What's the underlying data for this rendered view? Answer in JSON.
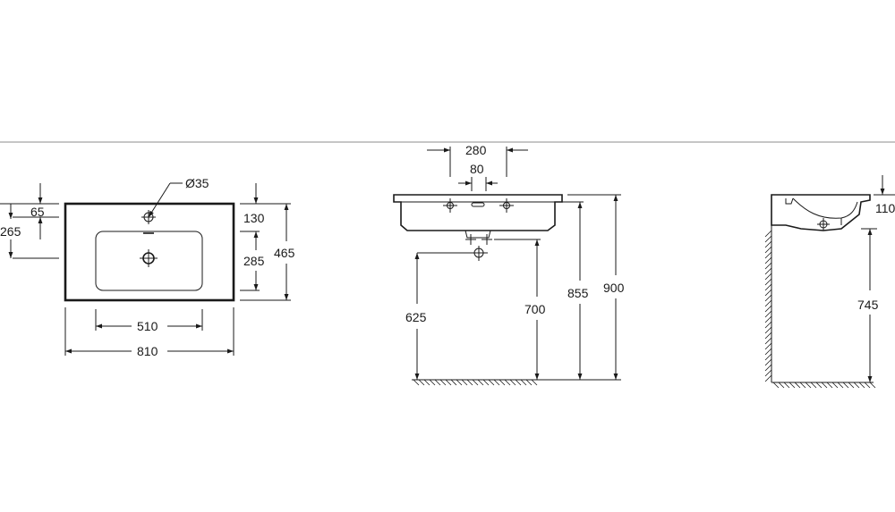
{
  "colors": {
    "line": "#1a1a1a",
    "background": "#ffffff",
    "frame": "#8c8c8c"
  },
  "top_view": {
    "hole_diameter": "Ø35",
    "dim_65": "65",
    "dim_265": "265",
    "dim_130": "130",
    "dim_285": "285",
    "dim_465": "465",
    "dim_510": "510",
    "dim_810": "810"
  },
  "front_view": {
    "dim_280": "280",
    "dim_80": "80",
    "dim_625": "625",
    "dim_700": "700",
    "dim_855": "855",
    "dim_900": "900"
  },
  "side_view": {
    "dim_110": "110",
    "dim_745": "745"
  }
}
